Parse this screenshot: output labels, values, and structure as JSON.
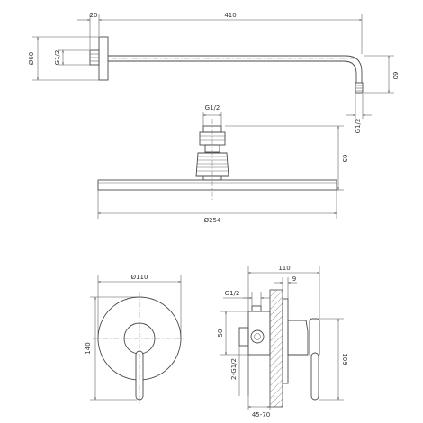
{
  "labels": {
    "arm_wall_offset": "20",
    "arm_length": "410",
    "flange_diameter": "Ø60",
    "arm_inlet_thread": "G1/2",
    "arm_drop": "60",
    "arm_outlet_thread": "G1/2",
    "head_inlet_thread": "G1/2",
    "head_height": "65",
    "head_diameter": "Ø254",
    "mixer_plate_diameter": "Ø110",
    "mixer_plate_height": "140",
    "mixer_depth": "110",
    "mixer_plate_thickness": "9",
    "mixer_top_thread": "G1/2",
    "mixer_body_height": "50",
    "mixer_bottom_thread": "2-G1/2",
    "mixer_lever_height": "109",
    "mixer_install_depth": "45-70"
  }
}
